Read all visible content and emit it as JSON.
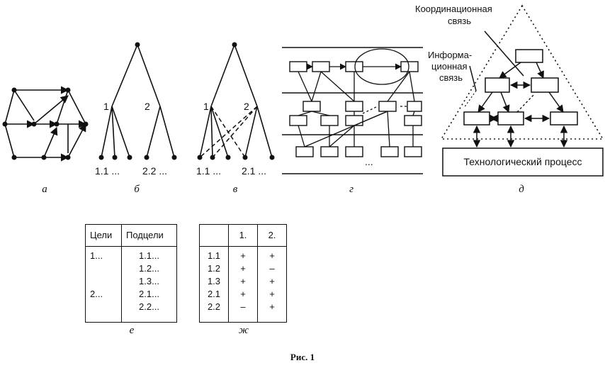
{
  "subfigures": {
    "a": "а",
    "b": "б",
    "v": "в",
    "g": "г",
    "d": "д",
    "e": "е",
    "zh": "ж"
  },
  "tree_b": {
    "node1": "1",
    "node2": "2",
    "leaves_left": "1.1 ...",
    "leaves_right": "2.2 ..."
  },
  "tree_v": {
    "node1": "1",
    "node2": "2",
    "leaves_left": "1.1 ...",
    "leaves_right": "2.1 ..."
  },
  "diagram_g": {
    "ellipsis": "..."
  },
  "diagram_d": {
    "coord_label_line1": "Координационная",
    "coord_label_line2": "связь",
    "info_label_line1": "Информа-",
    "info_label_line2": "ционная",
    "info_label_line3": "связь",
    "process_label": "Технологический процесс"
  },
  "table_e": {
    "headers": [
      "Цели",
      "Подцели"
    ],
    "goals": [
      "1...",
      "",
      "",
      "2...",
      ""
    ],
    "subgoals": [
      "1.1...",
      "1.2...",
      "1.3...",
      "2.1...",
      "2.2..."
    ]
  },
  "table_zh": {
    "headers": [
      "",
      "1.",
      "2."
    ],
    "rows": [
      "1.1",
      "1.2",
      "1.3",
      "2.1",
      "2.2"
    ],
    "col1": [
      "+",
      "+",
      "+",
      "+",
      "–"
    ],
    "col2": [
      "+",
      "–",
      "+",
      "+",
      "+"
    ]
  },
  "caption": "Рис. 1"
}
